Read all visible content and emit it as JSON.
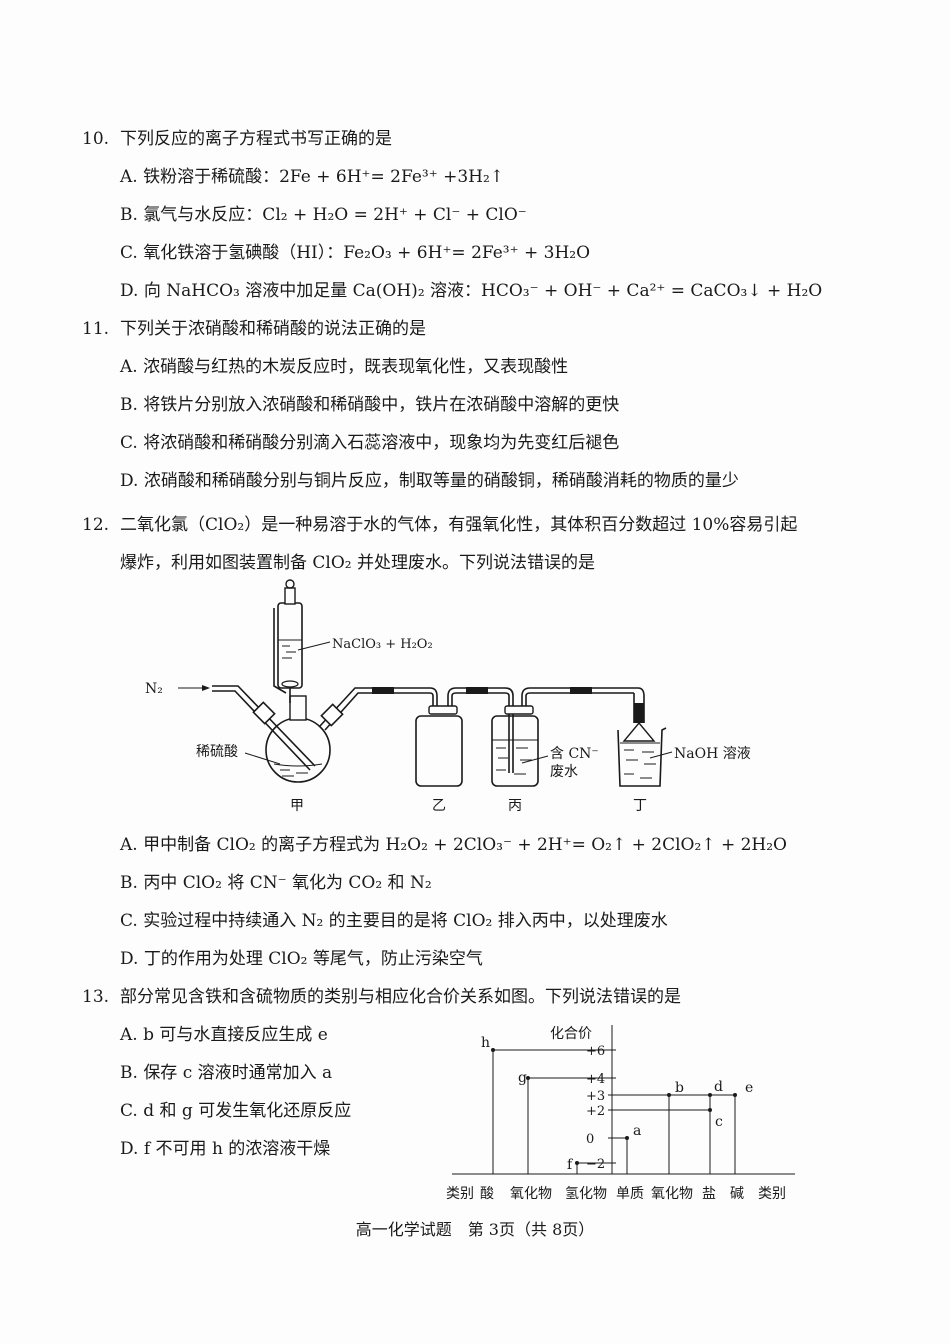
{
  "questions": [
    {
      "number": "10.",
      "stem": "下列反应的离子方程式书写正确的是",
      "options": [
        {
          "label": "A.",
          "text": "铁粉溶于稀硫酸：2Fe + 6H⁺= 2Fe³⁺ +3H₂↑"
        },
        {
          "label": "B.",
          "text": "氯气与水反应：Cl₂ + H₂O = 2H⁺ + Cl⁻ + ClO⁻"
        },
        {
          "label": "C.",
          "text": "氧化铁溶于氢碘酸（HI）：Fe₂O₃ + 6H⁺= 2Fe³⁺ + 3H₂O"
        },
        {
          "label": "D.",
          "text": "向 NaHCO₃ 溶液中加足量 Ca(OH)₂ 溶液：HCO₃⁻ + OH⁻ + Ca²⁺ = CaCO₃↓ + H₂O"
        }
      ]
    },
    {
      "number": "11.",
      "stem": "下列关于浓硝酸和稀硝酸的说法正确的是",
      "options": [
        {
          "label": "A.",
          "text": "浓硝酸与红热的木炭反应时，既表现氧化性，又表现酸性"
        },
        {
          "label": "B.",
          "text": "将铁片分别放入浓硝酸和稀硝酸中，铁片在浓硝酸中溶解的更快"
        },
        {
          "label": "C.",
          "text": "将浓硝酸和稀硝酸分别滴入石蕊溶液中，现象均为先变红后褪色"
        },
        {
          "label": "D.",
          "text": "浓硝酸和稀硝酸分别与铜片反应，制取等量的硝酸铜，稀硝酸消耗的物质的量少"
        }
      ]
    },
    {
      "number": "12.",
      "stem_line1": "二氧化氯（ClO₂）是一种易溶于水的气体，有强氧化性，其体积百分数超过 10%容易引起",
      "stem_line2": "爆炸，利用如图装置制备 ClO₂ 并处理废水。下列说法错误的是",
      "figure": {
        "gas_in": "N₂",
        "funnel_label": "NaClO₃ + H₂O₂",
        "flask_label": "稀硫酸",
        "waste_label_1": "含 CN⁻",
        "waste_label_2": "废水",
        "naoh_label": "NaOH 溶液",
        "vessels": [
          "甲",
          "乙",
          "丙",
          "丁"
        ]
      },
      "options": [
        {
          "label": "A.",
          "text": "甲中制备 ClO₂ 的离子方程式为 H₂O₂ + 2ClO₃⁻ + 2H⁺= O₂↑ + 2ClO₂↑ + 2H₂O"
        },
        {
          "label": "B.",
          "text": "丙中 ClO₂ 将 CN⁻ 氧化为 CO₂ 和 N₂"
        },
        {
          "label": "C.",
          "text": "实验过程中持续通入 N₂ 的主要目的是将 ClO₂ 排入丙中，以处理废水"
        },
        {
          "label": "D.",
          "text": "丁的作用为处理 ClO₂ 等尾气，防止污染空气"
        }
      ]
    },
    {
      "number": "13.",
      "stem": "部分常见含铁和含硫物质的类别与相应化合价关系如图。下列说法错误的是",
      "options": [
        {
          "label": "A.",
          "text": "b 可与水直接反应生成 e"
        },
        {
          "label": "B.",
          "text": "保存 c 溶液时通常加入 a"
        },
        {
          "label": "C.",
          "text": "d 和 g 可发生氧化还原反应"
        },
        {
          "label": "D.",
          "text": "f 不可用 h 的浓溶液干燥"
        }
      ]
    }
  ],
  "chart_data": {
    "type": "scatter",
    "title": "",
    "ylabel": "化合价",
    "xlabel_left": "类别",
    "xlabel_right": "类别",
    "left_categories": [
      "酸",
      "氧化物",
      "氢化物"
    ],
    "right_categories": [
      "单质",
      "氧化物",
      "盐",
      "碱"
    ],
    "y_ticks": [
      "+6",
      "+4",
      "+3",
      "+2",
      "0",
      "−2"
    ],
    "y_values": [
      6,
      4,
      3,
      2,
      0,
      -2
    ],
    "ylim": [
      -3,
      7
    ],
    "points": [
      {
        "name": "h",
        "side": "left",
        "category": "酸",
        "valence": 6
      },
      {
        "name": "g",
        "side": "left",
        "category": "氧化物",
        "valence": 4
      },
      {
        "name": "f",
        "side": "left",
        "category": "氢化物",
        "valence": -2
      },
      {
        "name": "a",
        "side": "right",
        "category": "单质",
        "valence": 0
      },
      {
        "name": "b",
        "side": "right",
        "category": "氧化物",
        "valence": 3
      },
      {
        "name": "d",
        "side": "right",
        "category": "盐",
        "valence": 3
      },
      {
        "name": "c",
        "side": "right",
        "category": "盐",
        "valence": 2
      },
      {
        "name": "e",
        "side": "right",
        "category": "碱",
        "valence": 3
      }
    ]
  },
  "footer": "高一化学试题　第 3页（共 8页）"
}
